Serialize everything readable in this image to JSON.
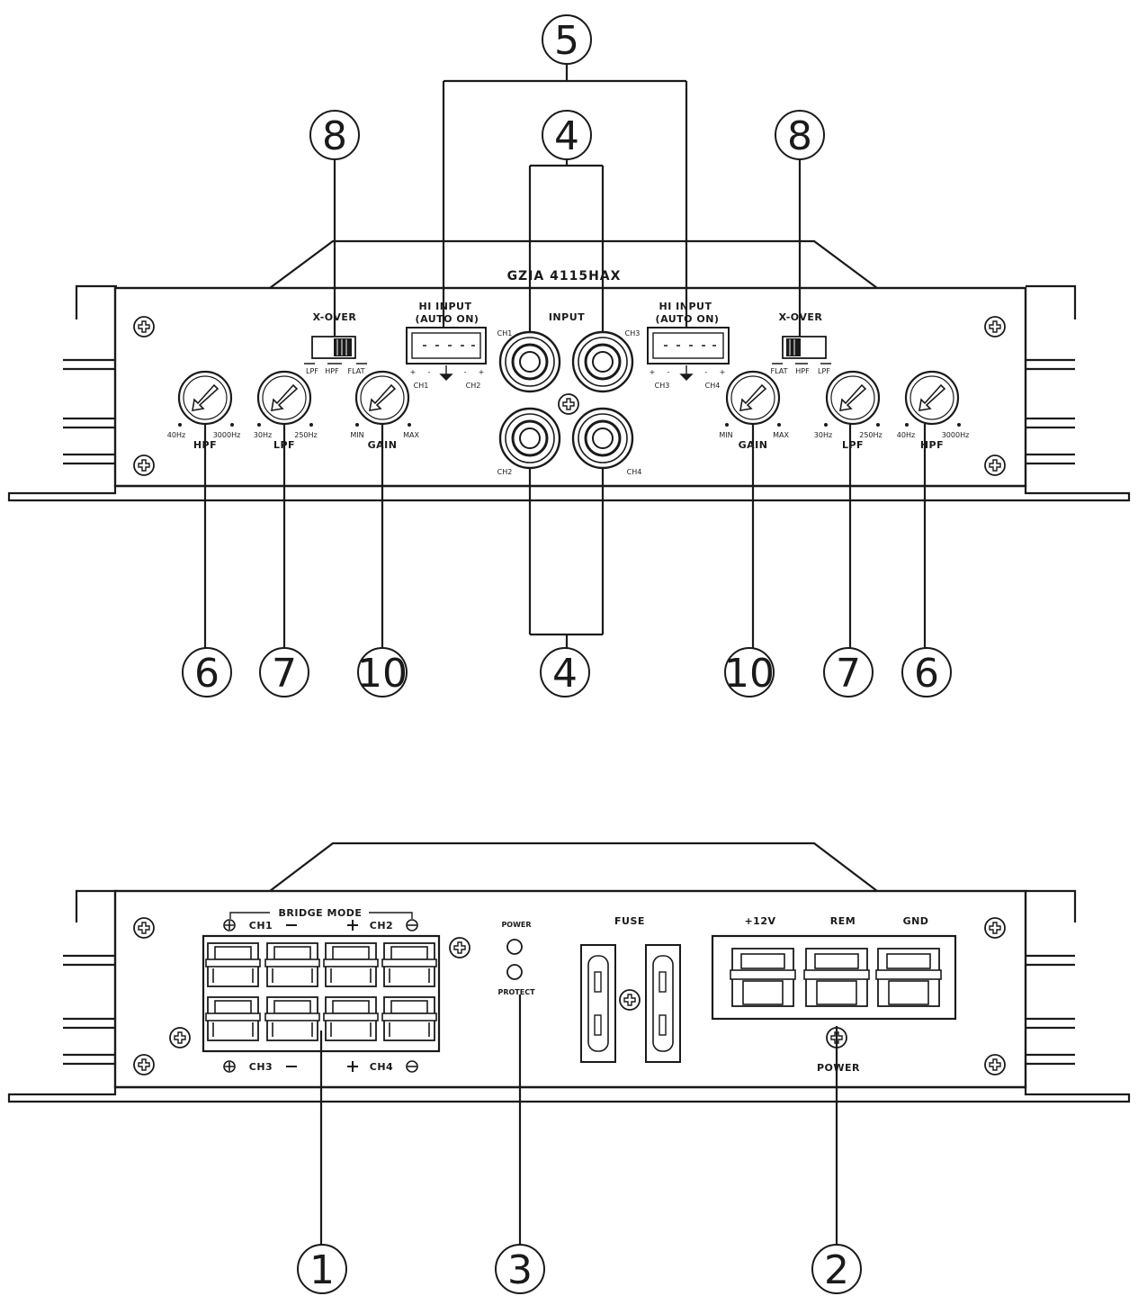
{
  "top_panel": {
    "model": "GZIA 4115HAX",
    "hi_input_label_1": "HI INPUT",
    "hi_input_label_2": "(AUTO ON)",
    "input_label": "INPUT",
    "xover_label": "X-OVER",
    "xover_left_pos": [
      "LPF",
      "HPF",
      "FLAT"
    ],
    "xover_right_pos": [
      "FLAT",
      "HPF",
      "LPF"
    ],
    "hi_left_terms": [
      "+",
      "-",
      "-",
      "+"
    ],
    "hi_left_channels": [
      "CH1",
      "CH2"
    ],
    "hi_right_terms": [
      "+",
      "-",
      "-",
      "+"
    ],
    "hi_right_channels": [
      "CH3",
      "CH4"
    ],
    "rca_labels": [
      "CH1",
      "CH3",
      "CH2",
      "CH4"
    ],
    "hpf_min": "40Hz",
    "hpf_max": "3000Hz",
    "hpf_name": "HPF",
    "lpf_min": "30Hz",
    "lpf_max": "250Hz",
    "lpf_name": "LPF",
    "gain_min": "MIN",
    "gain_max": "MAX",
    "gain_name": "GAIN"
  },
  "bottom_panel": {
    "bridge_mode": "BRIDGE MODE",
    "top_channels": [
      "CH1",
      "CH2"
    ],
    "bottom_channels": [
      "CH3",
      "CH4"
    ],
    "power_led": "POWER",
    "protect_led": "PROTECT",
    "fuse": "FUSE",
    "plus12v": "+12V",
    "rem": "REM",
    "gnd": "GND",
    "power": "POWER"
  },
  "callouts": {
    "c1": "1",
    "c2": "2",
    "c3": "3",
    "c4": "4",
    "c5": "5",
    "c6": "6",
    "c7": "7",
    "c8": "8",
    "c10": "10"
  }
}
